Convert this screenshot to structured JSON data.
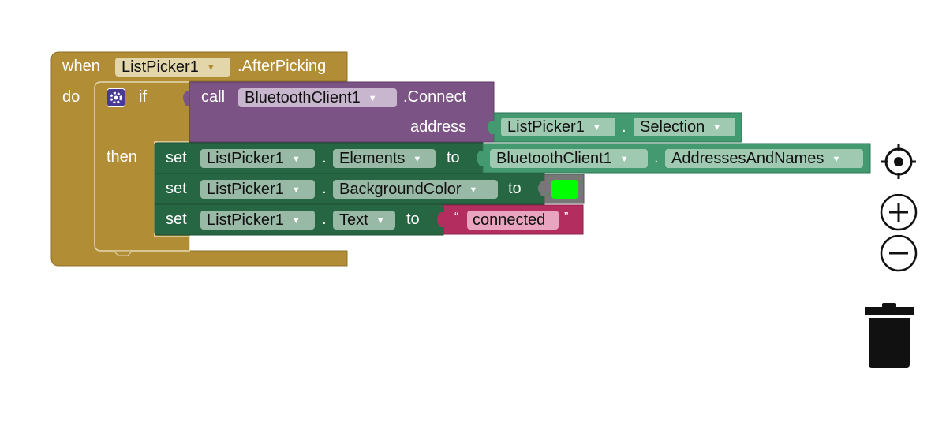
{
  "event_block": {
    "when_label": "when",
    "component": "ListPicker1",
    "event": ".AfterPicking",
    "do_label": "do",
    "color": "#b18e35"
  },
  "if_block": {
    "if_label": "if",
    "then_label": "then",
    "settings_icon": "gear-icon"
  },
  "call_block": {
    "call_label": "call",
    "component": "BluetoothClient1",
    "method": ".Connect",
    "address_label": "address",
    "color": "#7c5385"
  },
  "selection_getter": {
    "component": "ListPicker1",
    "dot": ".",
    "property": "Selection",
    "color": "#439970"
  },
  "set_elements": {
    "set_label": "set",
    "component": "ListPicker1",
    "dot": ".",
    "property": "Elements",
    "to_label": "to",
    "color": "#266643"
  },
  "addresses_getter": {
    "component": "BluetoothClient1",
    "dot": ".",
    "property": "AddressesAndNames",
    "color": "#439970"
  },
  "set_background": {
    "set_label": "set",
    "component": "ListPicker1",
    "dot": ".",
    "property": "BackgroundColor",
    "to_label": "to",
    "color_value": "#00ff00"
  },
  "set_text": {
    "set_label": "set",
    "component": "ListPicker1",
    "dot": ".",
    "property": "Text",
    "to_label": "to"
  },
  "text_block": {
    "open_quote": "“",
    "value": "connected",
    "close_quote": "”",
    "color": "#b32d5e"
  },
  "workspace_controls": {
    "recenter_icon": "crosshair-icon",
    "zoom_in_icon": "zoom-in-icon",
    "zoom_out_icon": "zoom-out-icon",
    "trash_icon": "trash-icon"
  }
}
